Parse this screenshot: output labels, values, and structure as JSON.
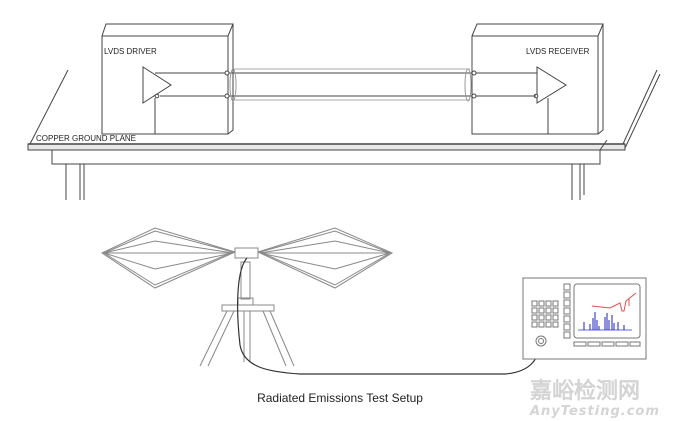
{
  "diagram": {
    "driver_label": "LVDS DRIVER",
    "receiver_label": "LVDS RECEIVER",
    "plane_label": "COPPER GROUND PLANE",
    "caption": "Radiated Emissions Test Setup"
  },
  "watermark": {
    "chinese": "嘉峪检测网",
    "latin": "AnyTesting.com"
  },
  "colors": {
    "line": "#444444",
    "trace_red": "#e05050",
    "trace_blue": "#2020c0"
  }
}
